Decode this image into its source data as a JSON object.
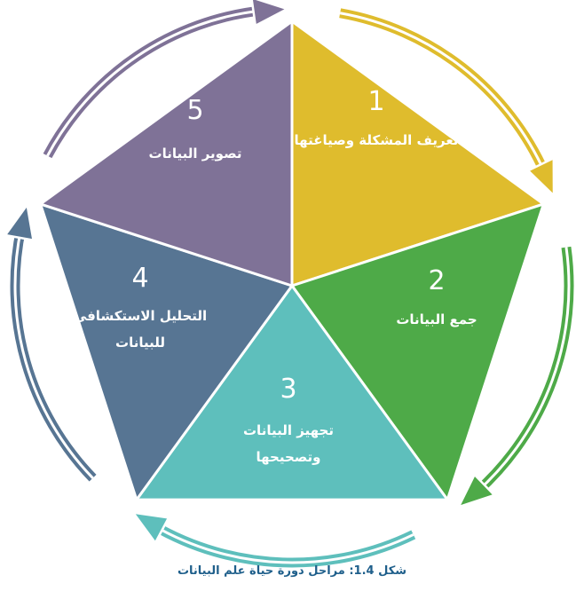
{
  "stages": [
    {
      "number": "1",
      "lines": [
        "تعريف المشكلة وصياغتها"
      ],
      "color": "#DFBC2D"
    },
    {
      "number": "2",
      "lines": [
        "جمع البيانات"
      ],
      "color": "#4EAA48"
    },
    {
      "number": "3",
      "lines": [
        "تجهيز البيانات",
        "وتصحيحها"
      ],
      "color": "#5EBFBC"
    },
    {
      "number": "4",
      "lines": [
        "التحليل الاستكشافي",
        "للبيانات"
      ],
      "color": "#577593"
    },
    {
      "number": "5",
      "lines": [
        "تصوير البيانات"
      ],
      "color": "#7F7297"
    }
  ],
  "caption": "شكل 1.4: مراحل دورة حياة علم البيانات"
}
